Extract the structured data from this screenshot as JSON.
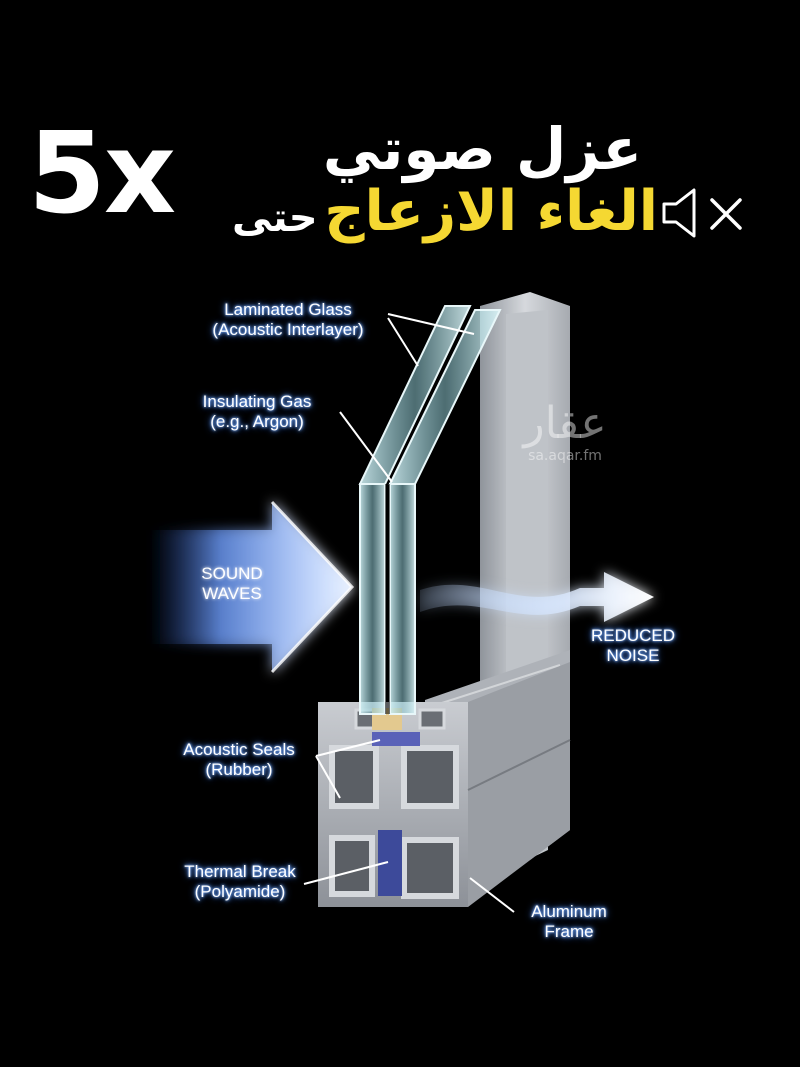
{
  "headline": {
    "multiplier": "5x",
    "prefix_ar": "حتى",
    "line1_ar": "عزل صوتي",
    "line2_ar": "الغاء الازعاج",
    "accent_color": "#f5d832"
  },
  "icons": {
    "mute": "speaker-mute-icon"
  },
  "labels": {
    "laminated_glass": {
      "line1": "Laminated Glass",
      "line2": "(Acoustic Interlayer)"
    },
    "insulating_gas": {
      "line1": "Insulating Gas",
      "line2": "(e.g., Argon)"
    },
    "sound_waves": {
      "line1": "SOUND",
      "line2": "WAVES"
    },
    "reduced_noise": {
      "line1": "REDUCED",
      "line2": "NOISE"
    },
    "acoustic_seals": {
      "line1": "Acoustic Seals",
      "line2": "(Rubber)"
    },
    "thermal_break": {
      "line1": "Thermal Break",
      "line2": "(Polyamide)"
    },
    "aluminum_frame": {
      "line1": "Aluminum",
      "line2": "Frame"
    }
  },
  "watermark": {
    "brand_ar": "عقار",
    "url": "sa.aqar.fm"
  },
  "colors": {
    "background": "#000000",
    "glow": "#3f7fff",
    "aluminum": "#b9bcc1",
    "glass": "#9fd3dc",
    "seal": "#5a62b8"
  }
}
